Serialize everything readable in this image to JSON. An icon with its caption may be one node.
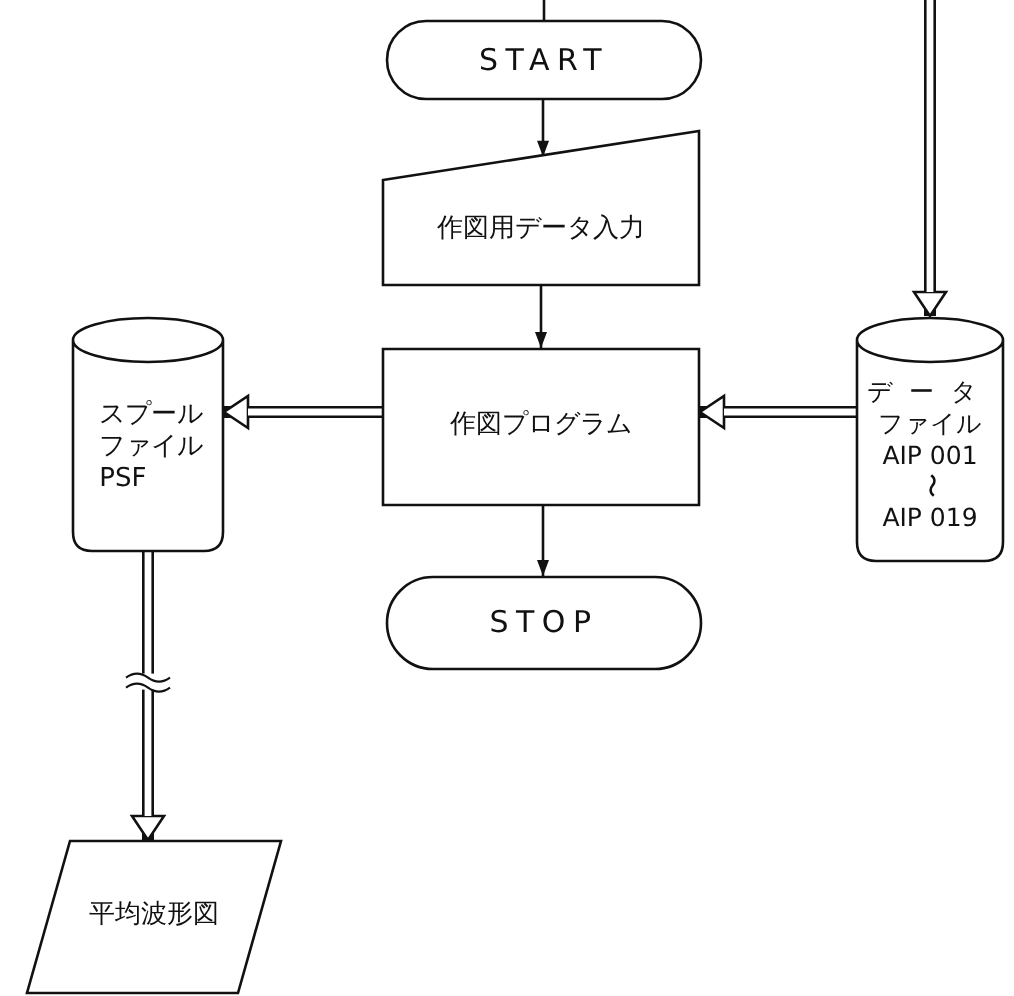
{
  "diagram": {
    "nodes": [
      {
        "text": [
          "START"
        ]
      },
      {
        "text": [
          "作図用データ入力"
        ]
      },
      {
        "text": [
          "作図プログラム"
        ]
      },
      {
        "text": [
          "STOP"
        ]
      },
      {
        "text": [
          "スプールファイルPSF"
        ]
      },
      {
        "text": [
          "データ",
          "ファイル",
          "AIP 001",
          "〜",
          "AIP 019"
        ]
      },
      {
        "text": [
          "平均波形図"
        ]
      }
    ],
    "edges": [
      {
        "from": null,
        "to": 0,
        "arrow": "none"
      },
      {
        "from": 0,
        "to": 1,
        "arrow": "to"
      },
      {
        "from": 1,
        "to": 2,
        "arrow": "to"
      },
      {
        "from": 2,
        "to": 3,
        "arrow": "to"
      },
      {
        "from": null,
        "to": 5,
        "arrow": "to",
        "style": "thick"
      },
      {
        "from": 5,
        "to": 2,
        "arrow": "to",
        "style": "thick"
      },
      {
        "from": 2,
        "to": 4,
        "arrow": "to",
        "style": "thick"
      },
      {
        "from": 4,
        "to": 6,
        "arrow": "to",
        "style": "thick"
      }
    ]
  }
}
